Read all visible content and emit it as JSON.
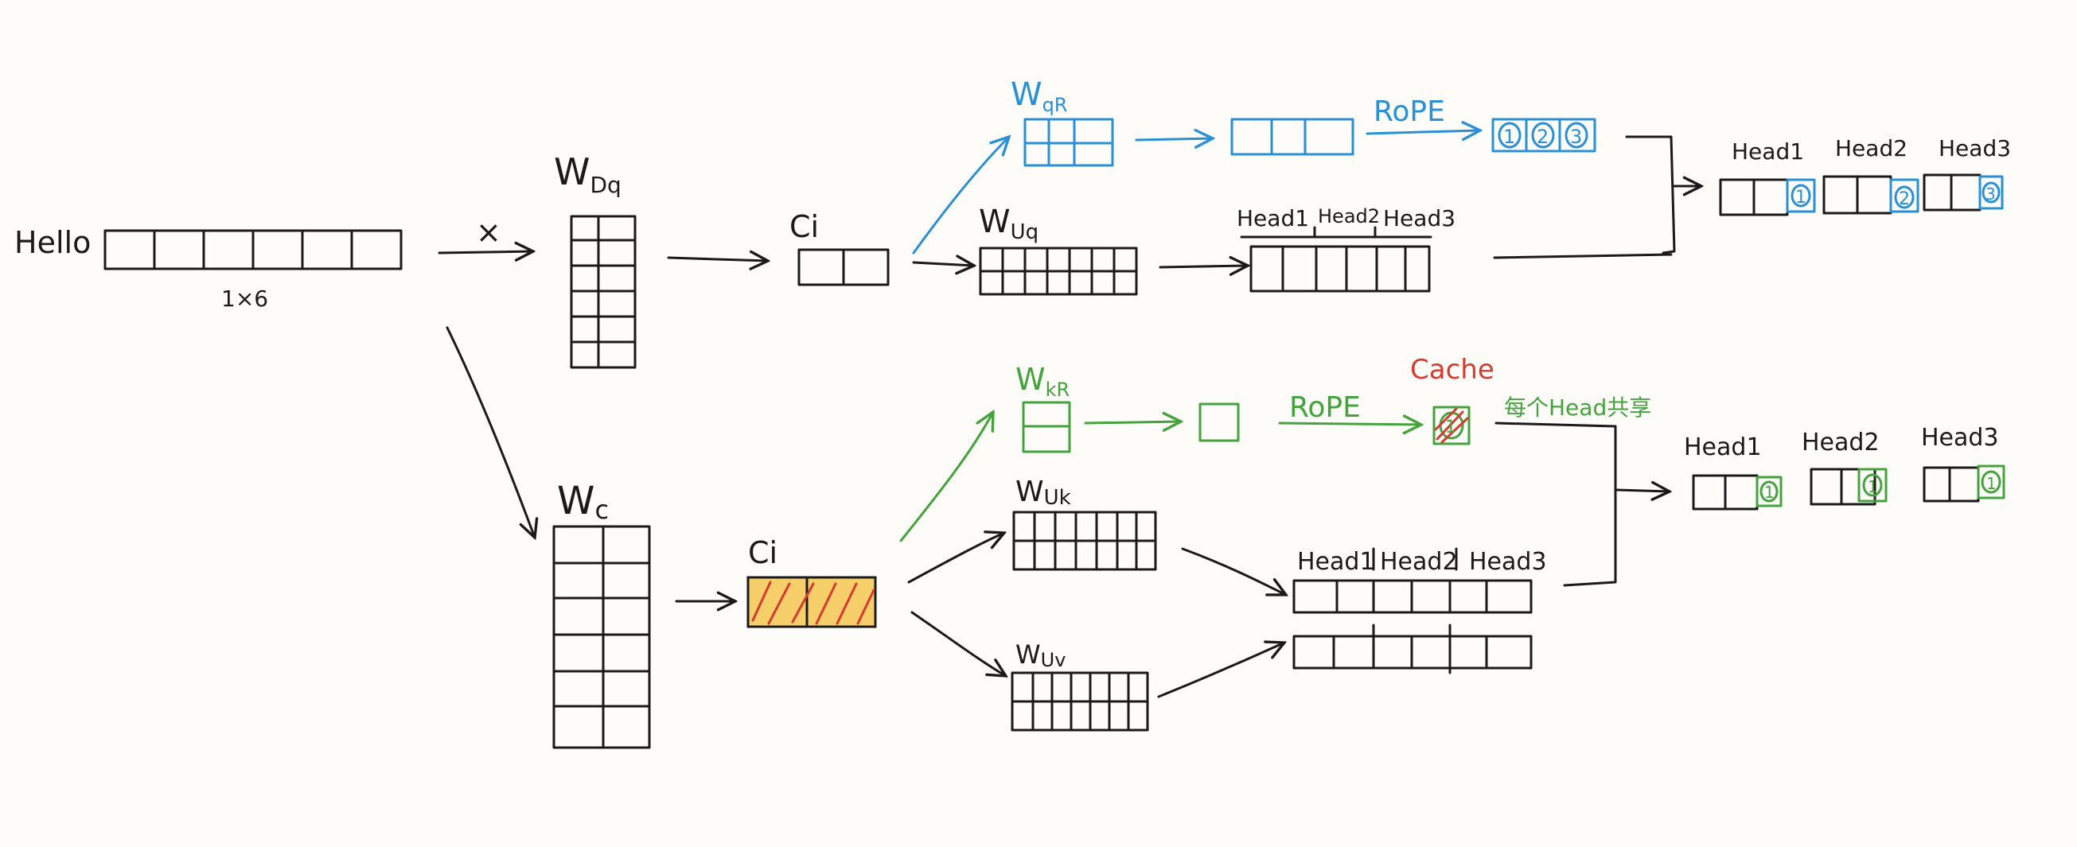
{
  "labels": {
    "hello": "Hello",
    "dims": "1×6",
    "times": "×",
    "w_dq": "W",
    "w_dq_sub": "Dq",
    "w_c": "W",
    "w_c_sub": "c",
    "ci_top": "Ci",
    "ci_bottom": "Ci",
    "w_qr": "W",
    "w_qr_sub": "qR",
    "w_uq": "W",
    "w_uq_sub": "Uq",
    "w_kr": "W",
    "w_kr_sub": "kR",
    "w_uk": "W",
    "w_uk_sub": "Uk",
    "w_uv": "W",
    "w_uv_sub": "Uv",
    "rope_top": "RoPE",
    "rope_bottom": "RoPE",
    "cache": "Cache",
    "shared_note": "每个Head共享",
    "q_head1": "Head1",
    "q_head2": "Head2",
    "q_head3": "Head3",
    "k_head1": "Head1",
    "k_head2": "Head2",
    "k_head3": "Head3",
    "out_q_head1": "Head1",
    "out_q_head2": "Head2",
    "out_q_head3": "Head3",
    "out_k_head1": "Head1",
    "out_k_head2": "Head2",
    "out_k_head3": "Head3",
    "rope_q_1": "1",
    "rope_q_2": "2",
    "rope_q_3": "3",
    "out_q_mark1": "1",
    "out_q_mark2": "2",
    "out_q_mark3": "3",
    "out_k_mark1": "1",
    "out_k_mark2": "1",
    "out_k_mark3": "1",
    "cache_mark": "1"
  },
  "colors": {
    "ink": "#1a1a1a",
    "query_rope": "#2a90d6",
    "key_rope": "#45a33e",
    "cache": "#d83a2e",
    "latent_fill": "#f6cf6a"
  }
}
